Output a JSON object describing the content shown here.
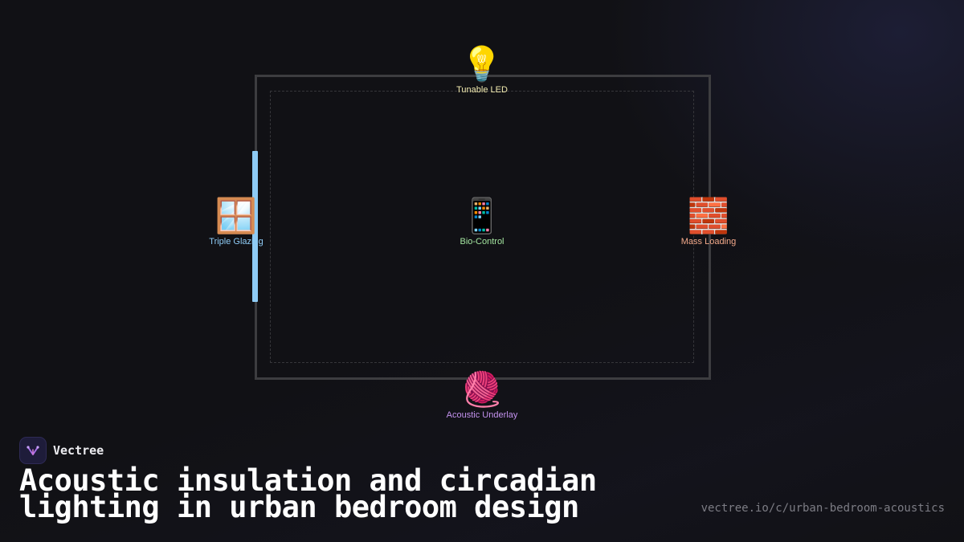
{
  "diagram": {
    "nodes": [
      {
        "id": "tunable-led",
        "label": "Tunable LED",
        "icon": "light-bulb-icon",
        "glyph": "💡",
        "color": "#f3ecb0"
      },
      {
        "id": "triple-glazing",
        "label": "Triple Glazing",
        "icon": "window-icon",
        "glyph": "🪟",
        "color": "#8ecbf5"
      },
      {
        "id": "bio-control",
        "label": "Bio-Control",
        "icon": "mobile-phone-icon",
        "glyph": "📱",
        "color": "#a4e6a0"
      },
      {
        "id": "mass-loading",
        "label": "Mass Loading",
        "icon": "brick-icon",
        "glyph": "🧱",
        "color": "#f3a98a"
      },
      {
        "id": "acoustic-underlay",
        "label": "Acoustic Underlay",
        "icon": "yarn-icon",
        "glyph": "🧶",
        "color": "#c392ee"
      }
    ]
  },
  "brand": {
    "name": "Vectree",
    "logo_icon": "vectree-logo-icon"
  },
  "footer": {
    "title": "Acoustic insulation and circadian lighting in urban bedroom design",
    "url": "vectree.io/c/urban-bedroom-acoustics"
  },
  "colors": {
    "background": "#111115",
    "room_border": "#3d3d40",
    "window_accent": "#8ecbf5"
  }
}
